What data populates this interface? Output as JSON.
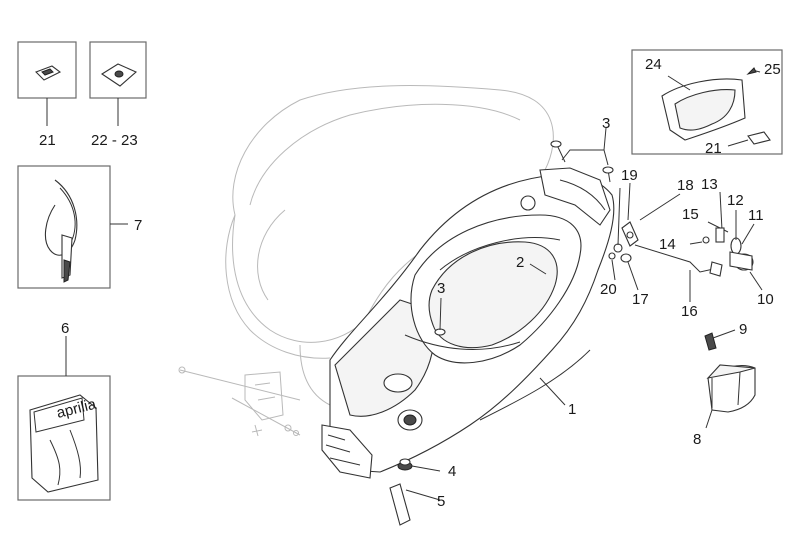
{
  "callouts": {
    "c1": "1",
    "c2": "2",
    "c3a": "3",
    "c3b": "3",
    "c4": "4",
    "c5": "5",
    "c6": "6",
    "c7": "7",
    "c8": "8",
    "c9": "9",
    "c10": "10",
    "c11": "11",
    "c12": "12",
    "c13": "13",
    "c14": "14",
    "c15": "15",
    "c16": "16",
    "c17": "17",
    "c18": "18",
    "c19": "19",
    "c20": "20",
    "c21a": "21",
    "c21b": "21",
    "c2223": "22 - 23",
    "c24": "24",
    "c25": "25"
  },
  "toolkit_logo": "aprilia",
  "colors": {
    "line": "#333333",
    "ghost": "#b9b9b9",
    "frame": "#6a6a6a",
    "background": "#ffffff"
  }
}
